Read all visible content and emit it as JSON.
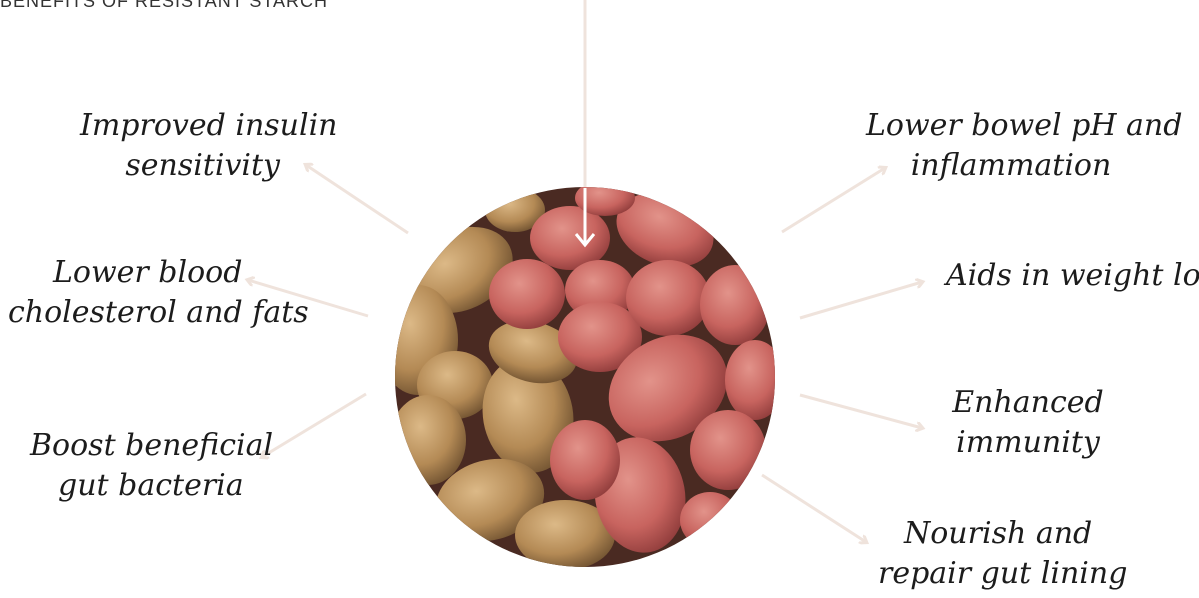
{
  "header": "BENEFITS OF RESISTANT STARCH",
  "benefits": {
    "insulin": [
      "Improved insulin",
      "sensitivity"
    ],
    "cholesterol": [
      "Lower blood",
      "cholesterol and fats"
    ],
    "gut_bacteria": [
      "Boost beneficial",
      "gut bacteria"
    ],
    "bowel": [
      "Lower bowel pH and",
      "inflammation"
    ],
    "weight": [
      "Aids in weight loss"
    ],
    "immunity": [
      "Enhanced",
      "immunity"
    ],
    "gut_lining": [
      "Nourish and",
      "repair gut lining"
    ]
  },
  "colors": {
    "arrow_light": "#efe3dc",
    "arrow_white": "#ffffff",
    "text": "#1c1c1c",
    "potato_red": "#c96a66",
    "potato_brown": "#b58c57"
  },
  "image": {
    "subject": "potatoes-photo"
  }
}
